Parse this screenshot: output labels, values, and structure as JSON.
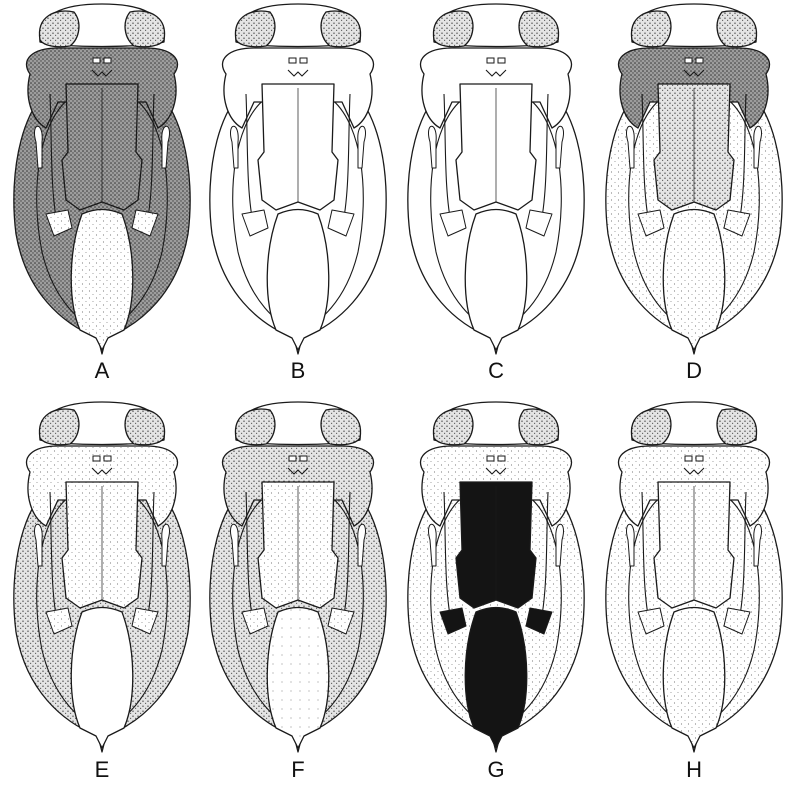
{
  "panels": [
    {
      "label": "A",
      "shading": {
        "eyes": "medium",
        "lateral_lobes": "dense",
        "central_block": "dense",
        "lower_body": "light",
        "outer_margin": "dense",
        "side_patches": "light"
      }
    },
    {
      "label": "B",
      "shading": {
        "eyes": "medium",
        "lateral_lobes": "none",
        "central_block": "none",
        "lower_body": "none",
        "outer_margin": "none",
        "side_patches": "none"
      }
    },
    {
      "label": "C",
      "shading": {
        "eyes": "medium",
        "lateral_lobes": "none",
        "central_block": "none",
        "lower_body": "none",
        "outer_margin": "none",
        "side_patches": "none"
      }
    },
    {
      "label": "D",
      "shading": {
        "eyes": "medium",
        "lateral_lobes": "dense",
        "central_block": "medium",
        "lower_body": "light",
        "outer_margin": "light",
        "side_patches": "light"
      }
    },
    {
      "label": "E",
      "shading": {
        "eyes": "medium",
        "lateral_lobes": "light",
        "central_block": "light",
        "lower_body": "none",
        "outer_margin": "medium",
        "side_patches": "light"
      }
    },
    {
      "label": "F",
      "shading": {
        "eyes": "medium",
        "lateral_lobes": "medium",
        "central_block": "light",
        "lower_body": "sparse",
        "outer_margin": "medium",
        "side_patches": "light"
      }
    },
    {
      "label": "G",
      "shading": {
        "eyes": "medium",
        "lateral_lobes": "light",
        "central_block": "solid",
        "lower_body": "solid",
        "outer_margin": "light",
        "side_patches": "solid"
      }
    },
    {
      "label": "H",
      "shading": {
        "eyes": "medium",
        "lateral_lobes": "light",
        "central_block": "light",
        "lower_body": "light",
        "outer_margin": "light",
        "side_patches": "light"
      }
    }
  ],
  "colors": {
    "ink": "#1a1a1a",
    "paper": "#ffffff",
    "solid": "#141414"
  }
}
